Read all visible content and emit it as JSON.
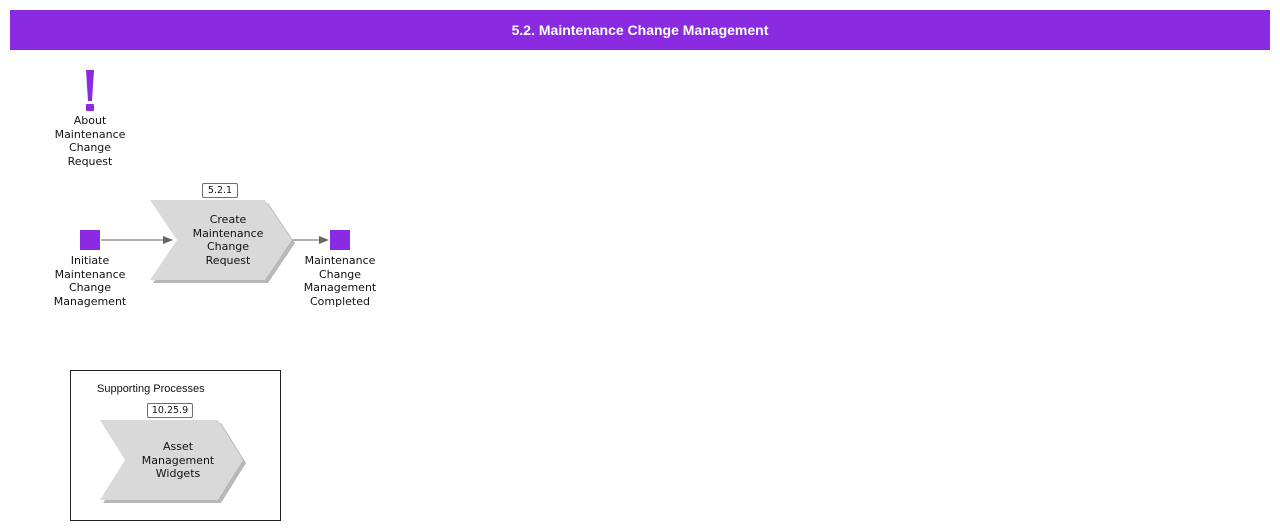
{
  "title": "5.2. Maintenance Change Management",
  "colors": {
    "accent": "#8a2be2",
    "process_fill": "#d9d9d9",
    "connector": "#666666"
  },
  "about": {
    "icon": "exclamation-icon",
    "label": "About\nMaintenance\nChange\nRequest"
  },
  "start_event": {
    "label": "Initiate\nMaintenance\nChange\nManagement"
  },
  "process": {
    "id": "5.2.1",
    "label": "Create\nMaintenance\nChange\nRequest"
  },
  "end_event": {
    "label": "Maintenance\nChange\nManagement\nCompleted"
  },
  "supporting": {
    "title": "Supporting Processes",
    "process": {
      "id": "10.25.9",
      "label": "Asset\nManagement\nWidgets"
    }
  }
}
